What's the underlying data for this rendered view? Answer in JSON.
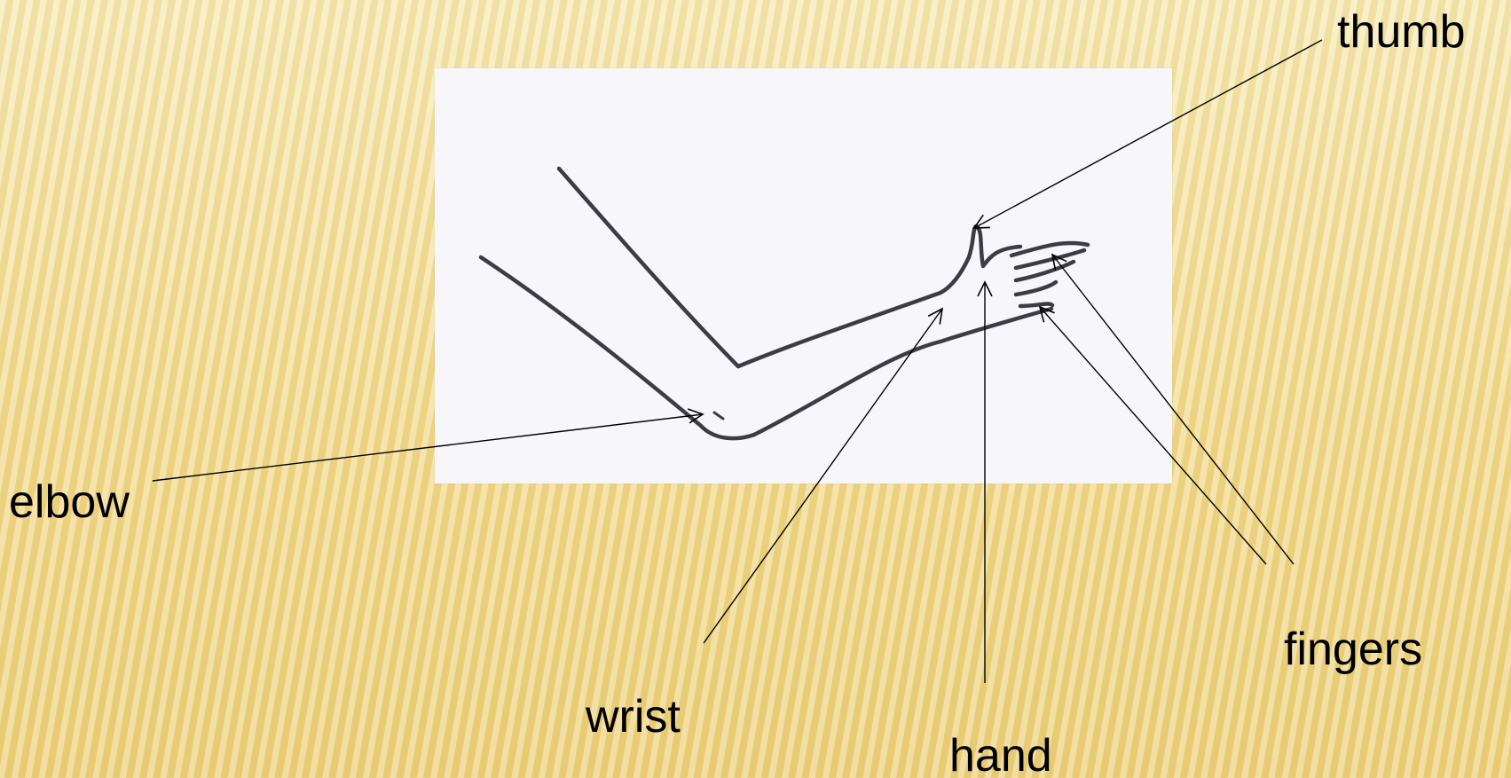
{
  "labels": {
    "thumb": "thumb",
    "elbow": "elbow",
    "wrist": "wrist",
    "hand": "hand",
    "fingers": "fingers"
  },
  "colors": {
    "background": "#f2dc92",
    "photo_background": "#f7f7fb",
    "sketch_stroke": "#3c3c44",
    "leader_lines": "#000000"
  }
}
